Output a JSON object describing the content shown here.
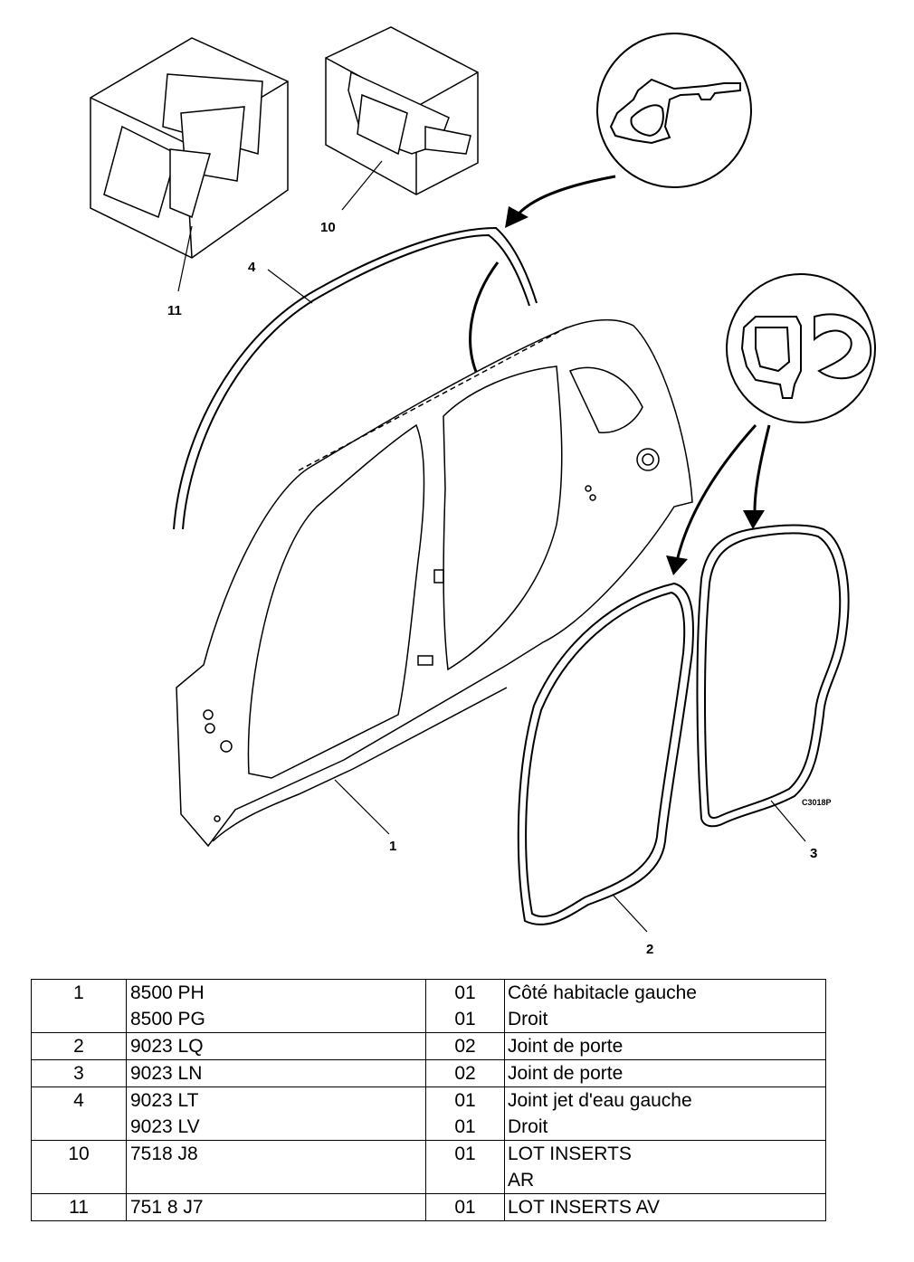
{
  "diagram": {
    "drawing_code": "C3018P",
    "callouts": {
      "c1": "1",
      "c2": "2",
      "c3": "3",
      "c4": "4",
      "c10": "10",
      "c11": "11"
    }
  },
  "table": {
    "rows": [
      {
        "num": "1",
        "refs": [
          "8500 PH",
          "8500 PG"
        ],
        "qty": [
          "01",
          "01"
        ],
        "desc": [
          "Côté habitacle gauche",
          "Droit"
        ]
      },
      {
        "num": "2",
        "refs": [
          "9023 LQ"
        ],
        "qty": [
          "02"
        ],
        "desc": [
          "Joint de porte"
        ]
      },
      {
        "num": "3",
        "refs": [
          "9023 LN"
        ],
        "qty": [
          "02"
        ],
        "desc": [
          "Joint de porte"
        ]
      },
      {
        "num": "4",
        "refs": [
          "9023 LT",
          "9023 LV"
        ],
        "qty": [
          "01",
          "01"
        ],
        "desc": [
          "Joint jet d'eau gauche",
          "Droit"
        ]
      },
      {
        "num": "10",
        "refs": [
          "7518 J8"
        ],
        "qty": [
          "01"
        ],
        "desc": [
          "LOT INSERTS",
          "AR"
        ]
      },
      {
        "num": "11",
        "refs": [
          "751 8 J7"
        ],
        "qty": [
          "01"
        ],
        "desc": [
          "LOT INSERTS AV"
        ]
      }
    ]
  }
}
